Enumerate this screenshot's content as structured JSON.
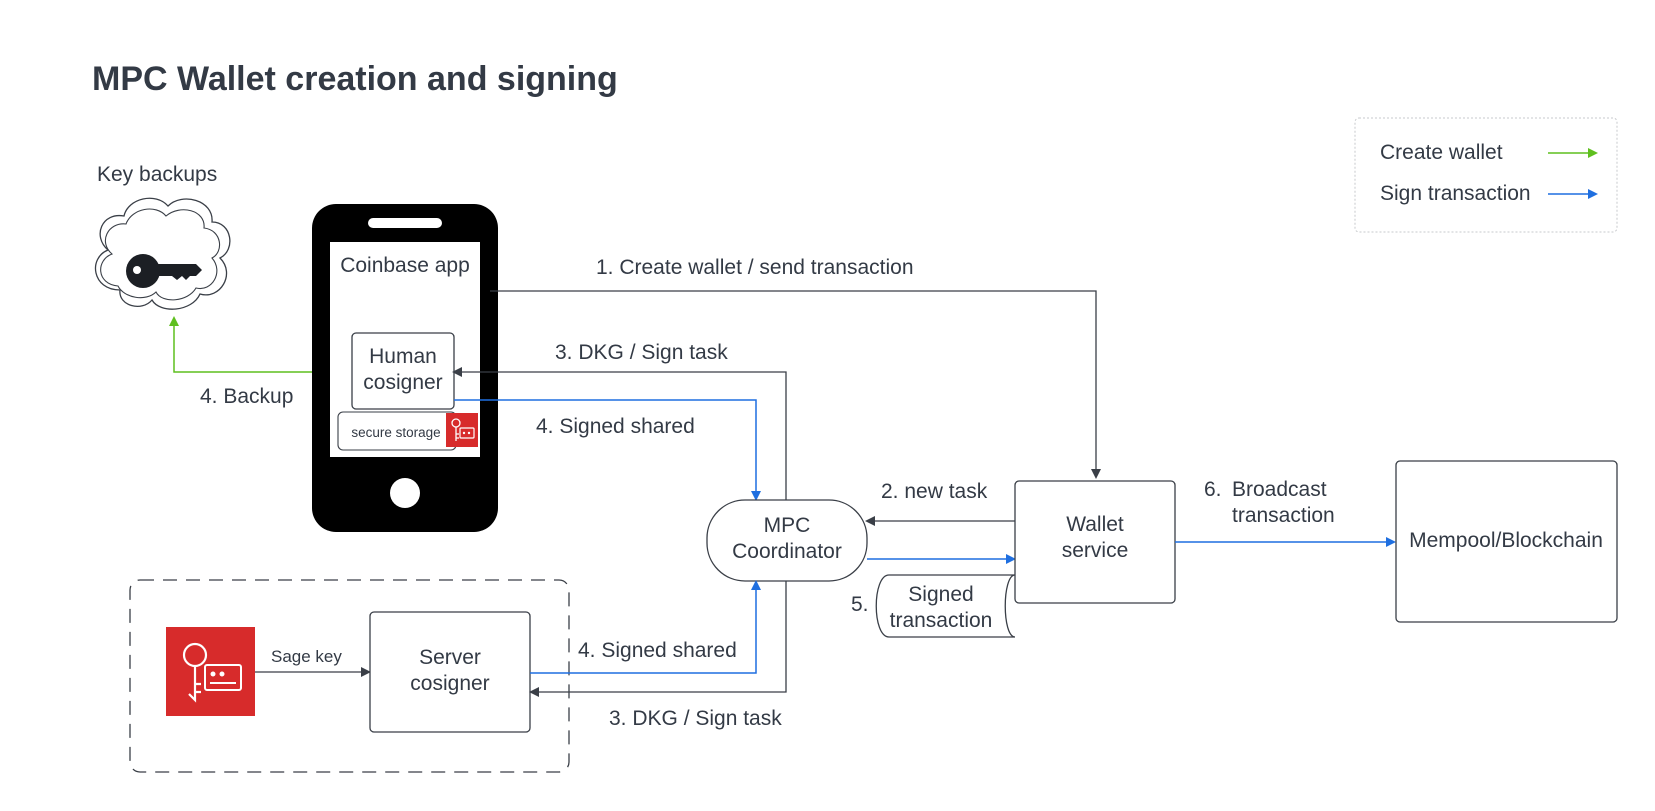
{
  "title": "MPC Wallet creation and signing",
  "legend": {
    "create_wallet": "Create wallet",
    "sign_transaction": "Sign transaction"
  },
  "colors": {
    "create": "#5fbf1f",
    "sign": "#1f6fe0",
    "neutral": "#3a3f47",
    "aws_red": "#d72b2b",
    "text": "#333a45"
  },
  "nodes": {
    "key_backups": "Key backups",
    "coinbase_app": "Coinbase app",
    "human_cosigner_line1": "Human",
    "human_cosigner_line2": "cosigner",
    "secure_storage": "secure storage",
    "mpc_coordinator_line1": "MPC",
    "mpc_coordinator_line2": "Coordinator",
    "wallet_service_line1": "Wallet",
    "wallet_service_line2": "service",
    "mempool": "Mempool/Blockchain",
    "server_cosigner_line1": "Server",
    "server_cosigner_line2": "cosigner",
    "signed_tx_line1": "Signed",
    "signed_tx_line2": "transaction"
  },
  "edges": {
    "step1": "1. Create wallet / send transaction",
    "step2": "2. new task",
    "step3_top": "3. DKG / Sign task",
    "step3_bottom": "3. DKG / Sign task",
    "step4_backup": "4. Backup",
    "step4_signed_top": "4. Signed shared",
    "step4_signed_bottom": "4. Signed shared",
    "step5": "5.",
    "step6_num": "6.",
    "step6_line1": "Broadcast",
    "step6_line2": "transaction",
    "sage_key": "Sage key"
  },
  "icons": {
    "cloud": "cloud-icon",
    "key": "key-icon",
    "phone": "smartphone-icon",
    "hsm": "aws-key-management-icon"
  }
}
